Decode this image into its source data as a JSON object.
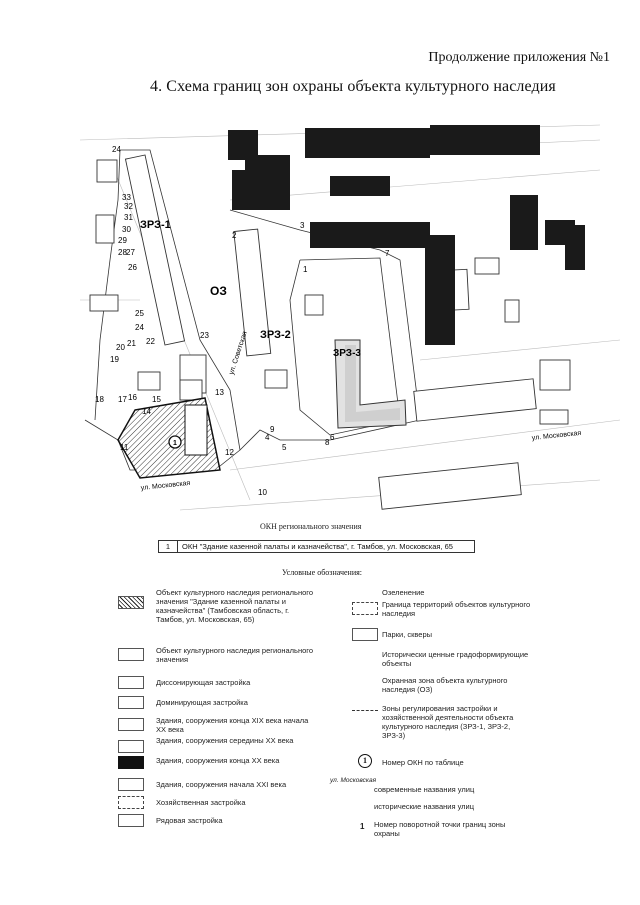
{
  "header": {
    "appendix": "Продолжение приложения №1",
    "title": "4. Схема границ зон охраны объекта культурного наследия"
  },
  "map": {
    "zones": [
      "ЗРЗ-1",
      "ОЗ",
      "ЗРЗ-2",
      "ЗРЗ-3"
    ],
    "streets": [
      "ул. Советская",
      "ул. Московская",
      "ул. Московская"
    ],
    "points": [
      "24",
      "33",
      "32",
      "31",
      "30",
      "29",
      "28",
      "27",
      "26",
      "25",
      "24",
      "23",
      "22",
      "21",
      "20",
      "19",
      "18",
      "17",
      "16",
      "15",
      "14",
      "13",
      "12",
      "11",
      "10",
      "9",
      "8",
      "7",
      "6",
      "5",
      "4",
      "3",
      "2",
      "1"
    ],
    "okn_marker": "1"
  },
  "legend": {
    "caption": "ОКН регионального значения",
    "okn_row": {
      "num": "1",
      "text": "ОКН \"Здание казенной палаты и казначейства\", г. Тамбов, ул. Московская, 65"
    },
    "heading": "Условные обозначения:",
    "left_items": [
      "Объект культурного наследия регионального значения \"Здание казенной палаты и казначейства\" (Тамбовская область, г. Тамбов, ул. Московская, 65)",
      "Объект культурного наследия регионального значения",
      "Диссонирующая застройка",
      "Доминирующая застройка",
      "Здания, сооружения конца XIX века начала XX века",
      "Здания, сооружения середины XX века",
      "Здания, сооружения конца XX века",
      "Здания, сооружения начала XXI века",
      "Хозяйственная застройка",
      "Рядовая застройка"
    ],
    "right_items": [
      "Озеленение",
      "Граница территорий объектов культурного наследия",
      "Парки, скверы",
      "Исторически ценные градоформирующие объекты",
      "Охранная зона объекта культурного наследия (ОЗ)",
      "Зоны регулирования застройки и хозяйственной деятельности объекта культурного наследия (ЗРЗ-1, ЗРЗ-2, ЗРЗ-3)",
      "Номер ОКН по таблице",
      "ул. Московская",
      "современные названия улиц",
      "исторические названия улиц",
      "Номер поворотной точки границ зоны охраны"
    ],
    "circle_num": "1",
    "point_sample": "1"
  }
}
